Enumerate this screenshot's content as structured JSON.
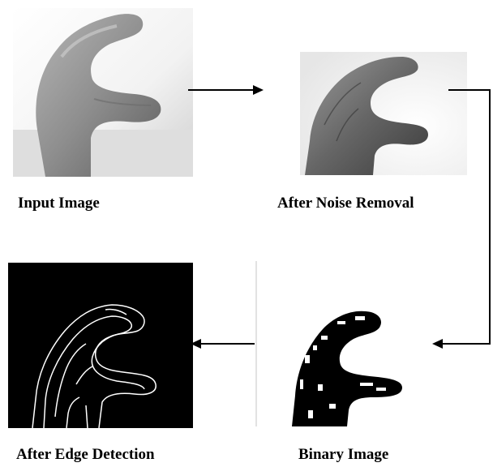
{
  "panels": [
    {
      "id": "input",
      "caption": "Input Image",
      "image": "photo-hand-c-gesture"
    },
    {
      "id": "noise",
      "caption": "After Noise Removal",
      "image": "filtered-hand-c-gesture"
    },
    {
      "id": "binary",
      "caption": "Binary Image",
      "image": "binarized-hand-c-gesture"
    },
    {
      "id": "edge",
      "caption": "After Edge Detection",
      "image": "edge-map-hand-c-gesture"
    }
  ],
  "colors": {
    "arrow": "#000000",
    "edge_background": "#000000",
    "edge_lines": "#ffffff"
  }
}
